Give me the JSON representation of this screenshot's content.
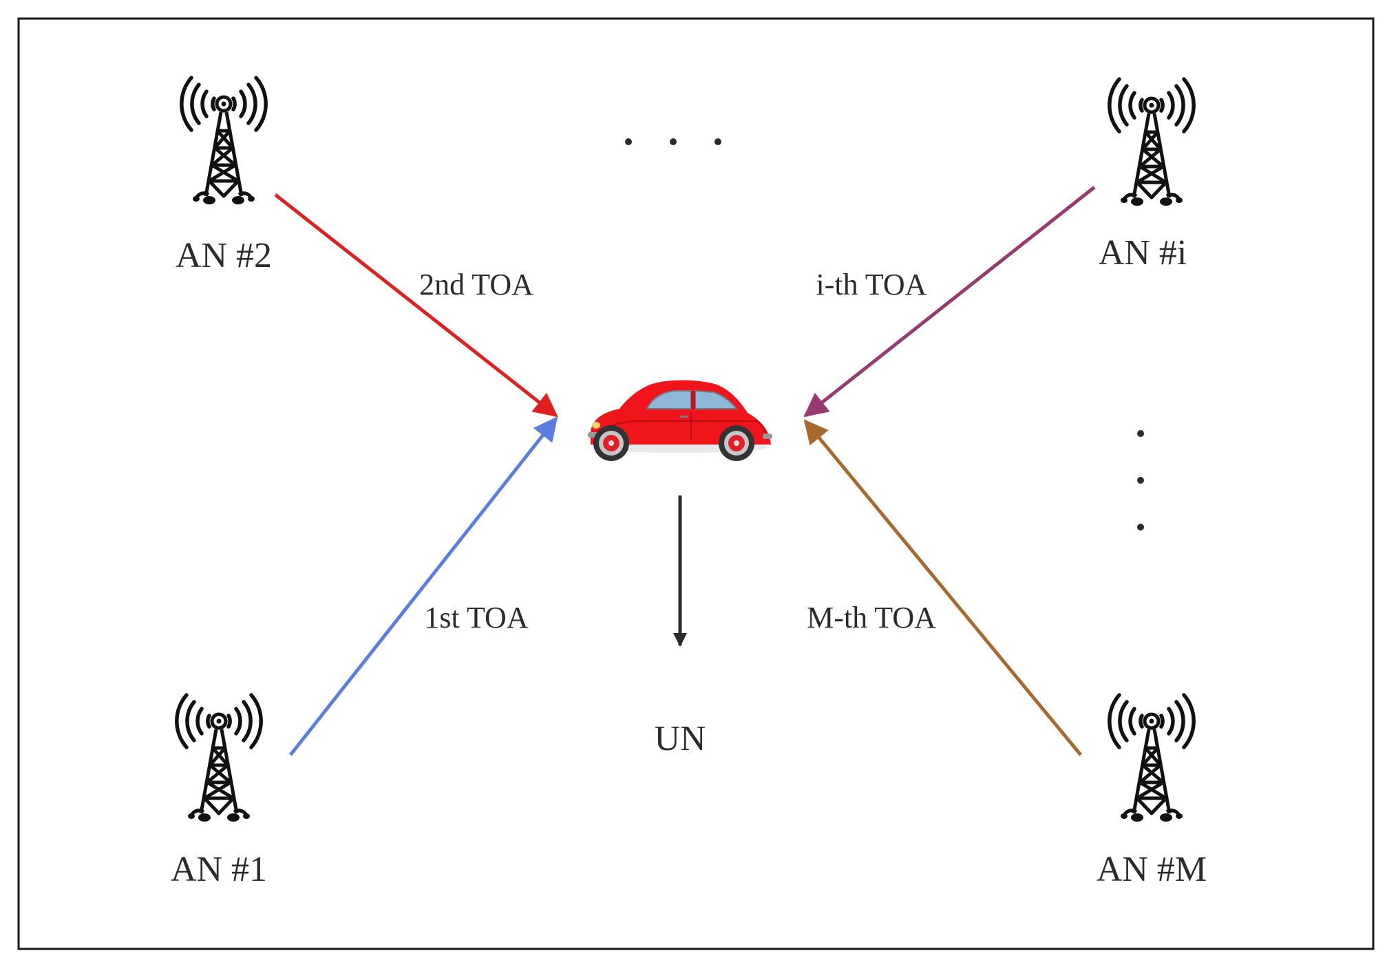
{
  "diagram": {
    "anchors": [
      {
        "id": "an1",
        "label": "AN #1"
      },
      {
        "id": "an2",
        "label": "AN #2"
      },
      {
        "id": "ani",
        "label": "AN #i"
      },
      {
        "id": "anm",
        "label": "AN #M"
      }
    ],
    "user_node": {
      "label": "UN",
      "icon": "car-icon"
    },
    "links": [
      {
        "id": "link-1",
        "from": "AN #1",
        "label": "1st TOA",
        "color": "#5b7de0"
      },
      {
        "id": "link-2",
        "from": "AN #2",
        "label": "2nd TOA",
        "color": "#e0201c"
      },
      {
        "id": "link-i",
        "from": "AN #i",
        "label": "i-th TOA",
        "color": "#983a70"
      },
      {
        "id": "link-m",
        "from": "AN #M",
        "label": "M-th TOA",
        "color": "#a8692e"
      }
    ],
    "ellipsis": [
      "horizontal-dots",
      "vertical-dots"
    ]
  }
}
